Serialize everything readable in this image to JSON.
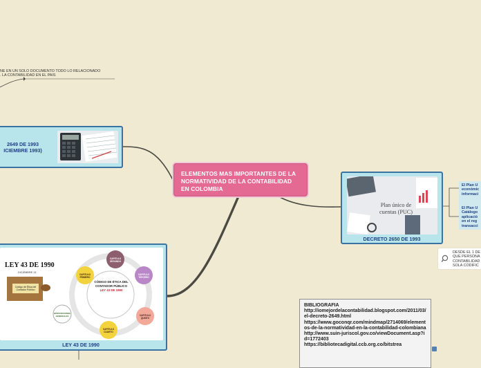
{
  "central": {
    "title": "ELEMENTOS MAS IMPORTANTES DE LA NORMATIVIDAD DE LA CONTABILIDAD EN COLOMBIA"
  },
  "top_note": {
    "line1": "NE EN UN SOLO DOCUMENTO TODO LO RELACIONADO",
    "line2": ". LA CONTABILIDAD EN EL PAIS"
  },
  "decreto_2649": {
    "line1": "2649 DE 1993",
    "line2": "ICIEMBRE 1993)"
  },
  "decreto_2650": {
    "caption": "DECRETO 2650 DE 1993",
    "image_text_line1": "Plan único de",
    "image_text_line2": "cuentas (PUC)"
  },
  "puc_notes": {
    "first": [
      "El Plan U",
      "económic",
      "informaci"
    ],
    "second": [
      "El Plan U",
      "Catálogo",
      "aplicació",
      "en el reg",
      "transacci"
    ]
  },
  "search_note": {
    "lines": [
      "DESDE EL 1 DE",
      "QUE PERSONA",
      "CONTABILIDAD",
      "SOLA CODIFIC"
    ]
  },
  "ley_43": {
    "caption": "LEY 43 DE 1990",
    "image_title": "LEY 43 DE 1990",
    "image_subtitle": "DICIEMBRE 13",
    "doc_label": "Código de Ética del Contador Público",
    "center_lines": [
      "CÓDIGO DE ÉTICA DEL",
      "CONTADOR PÚBLICO",
      "LEY 43 DE 1990"
    ],
    "chapters": [
      "CAPITULO SEGUNDO",
      "CAPITULO TERCERO",
      "CAPITULO QUINTO",
      "CAPITULO CUARTO",
      "DISPOSICIONES GENERALES",
      "CAPITULO PRIMERO"
    ]
  },
  "bibliography": {
    "heading": "BIBLIOGRAFIA",
    "entries": [
      "http://iomejordelacontabilidad.blogspot.com/2011/03/el-decreto-2649.html",
      "https://www.goconqr.com/mindmap/2714069/elementos-de-la-normatividad-en-la-contabilidad-colombiana",
      "http://www.suin-juriscol.gov.co/viewDocument.asp?id=1772403",
      "https://bibliotecadigital.ccb.org.co/bitstrea"
    ]
  },
  "colors": {
    "background": "#f1ead2",
    "central": "#e46a93",
    "teal_box": "#b8e4ec",
    "box_border": "#3a73a2",
    "caption": "#1f3f86",
    "connector": "#4a4a42"
  }
}
